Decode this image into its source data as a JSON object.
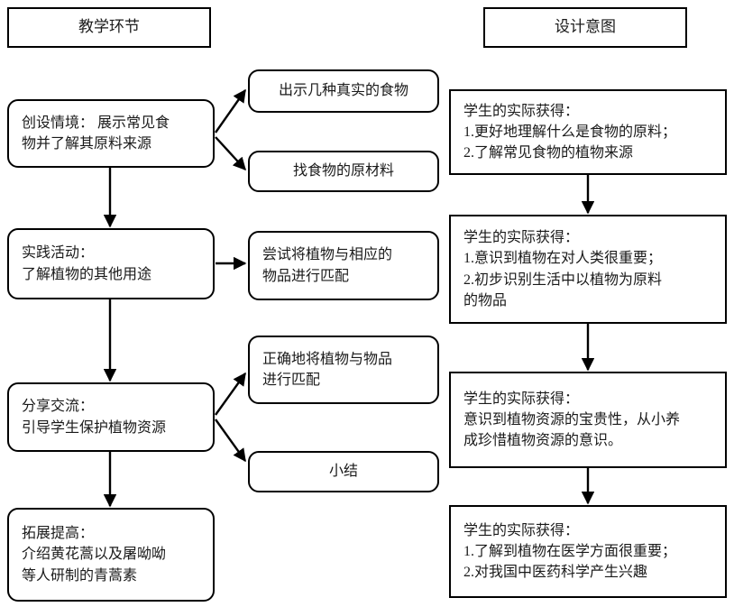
{
  "diagram": {
    "title_left": "教学环节",
    "title_right": "设计意图",
    "headers": [
      {
        "id": "hdr-teaching",
        "label": "教学环节"
      },
      {
        "id": "hdr-design",
        "label": "设计意图"
      }
    ],
    "stage_nodes": [
      {
        "id": "stage-1",
        "label": "创设情境： 展示常见食\n物并了解其原料来源"
      },
      {
        "id": "stage-2",
        "label": "实践活动：\n了解植物的其他用途"
      },
      {
        "id": "stage-3",
        "label": "分享交流：\n引导学生保护植物资源"
      },
      {
        "id": "stage-4",
        "label": "拓展提高：\n介绍黄花蒿以及屠呦呦\n等人研制的青蒿素"
      }
    ],
    "activity_nodes": [
      {
        "id": "activity-1",
        "label": "出示几种真实的食物"
      },
      {
        "id": "activity-2",
        "label": "找食物的原材料"
      },
      {
        "id": "activity-3",
        "label": "尝试将植物与相应的\n物品进行匹配"
      },
      {
        "id": "activity-4",
        "label": "正确地将植物与物品\n进行匹配"
      },
      {
        "id": "activity-5",
        "label": "小结"
      }
    ],
    "outcome_nodes": [
      {
        "id": "outcome-1",
        "label": "学生的实际获得：\n1.更好地理解什么是食物的原料；\n2.了解常见食物的植物来源"
      },
      {
        "id": "outcome-2",
        "label": "学生的实际获得：\n1.意识到植物在对人类很重要；\n2.初步识别生活中以植物为原料\n   的物品"
      },
      {
        "id": "outcome-3",
        "label": "学生的实际获得：\n意识到植物资源的宝贵性，从小养\n成珍惜植物资源的意识。"
      },
      {
        "id": "outcome-4",
        "label": "学生的实际获得：\n1.了解到植物在医学方面很重要；\n2.对我国中医药科学产生兴趣"
      }
    ],
    "colors": {
      "stroke": "#000000",
      "fill": "#ffffff",
      "text": "#1a1a1a"
    }
  }
}
